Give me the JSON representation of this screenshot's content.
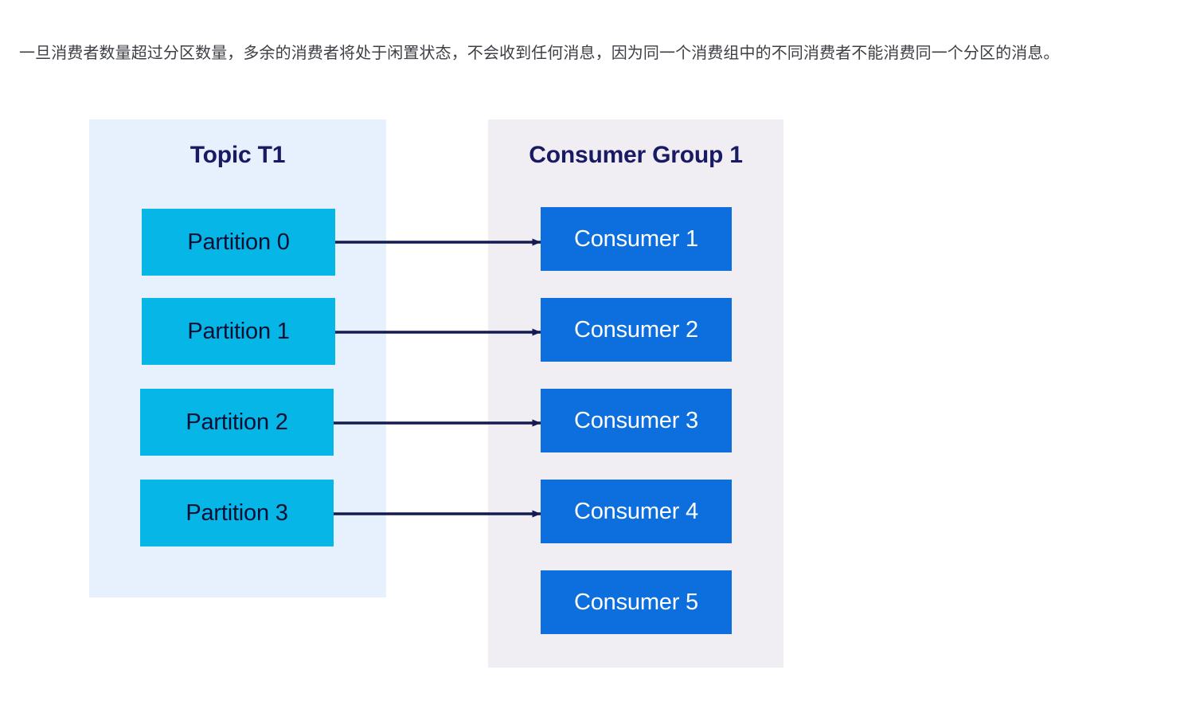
{
  "paragraph": {
    "text": "一旦消费者数量超过分区数量，多余的消费者将处于闲置状态，不会收到任何消息，因为同一个消费组中的不同消费者不能消费同一个分区的消息。"
  },
  "colors": {
    "page_background": "#ffffff",
    "paragraph_text": "#3c3f44",
    "topic_panel_background": "#e7f0fd",
    "group_panel_background": "#f0edf3",
    "partition_box": "#05b6e6",
    "partition_text": "#0d1033",
    "consumer_box": "#0c6fdd",
    "consumer_text": "#ffffff",
    "heading_text": "#181a63",
    "arrow": "#141a52"
  },
  "diagram": {
    "type": "flow",
    "topic_panel": {
      "title": "Topic T1",
      "partitions": [
        {
          "label": "Partition 0"
        },
        {
          "label": "Partition 1"
        },
        {
          "label": "Partition 2"
        },
        {
          "label": "Partition 3"
        }
      ]
    },
    "group_panel": {
      "title": "Consumer Group 1",
      "consumers": [
        {
          "label": "Consumer 1",
          "assigned": true
        },
        {
          "label": "Consumer 2",
          "assigned": true
        },
        {
          "label": "Consumer 3",
          "assigned": true
        },
        {
          "label": "Consumer 4",
          "assigned": true
        },
        {
          "label": "Consumer 5",
          "assigned": false
        }
      ]
    },
    "connections": [
      {
        "from": "Partition 0",
        "to": "Consumer 1"
      },
      {
        "from": "Partition 1",
        "to": "Consumer 2"
      },
      {
        "from": "Partition 2",
        "to": "Consumer 3"
      },
      {
        "from": "Partition 3",
        "to": "Consumer 4"
      }
    ]
  }
}
